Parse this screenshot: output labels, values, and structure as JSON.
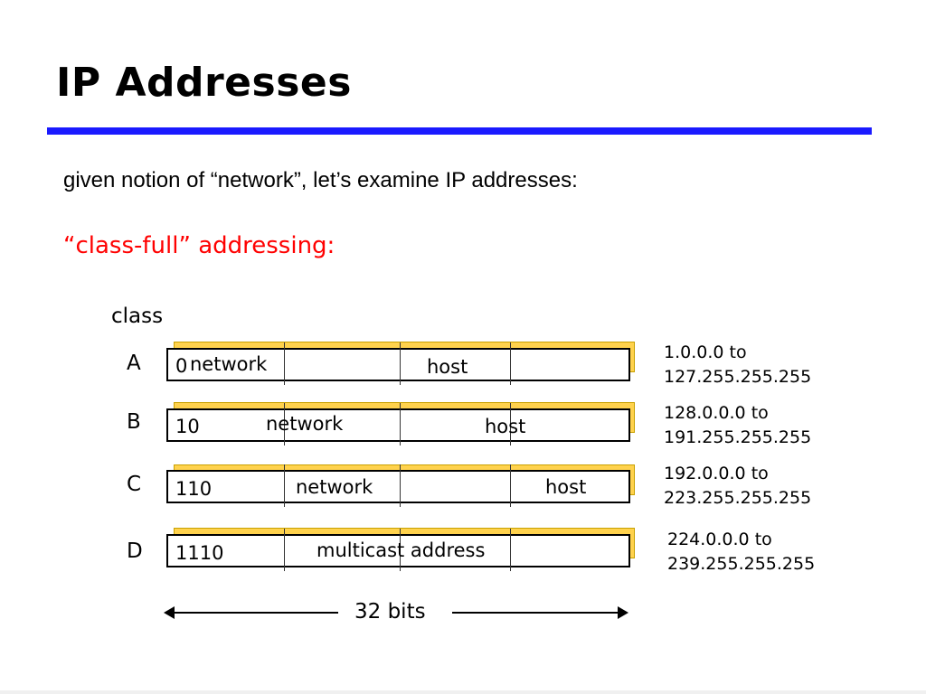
{
  "slide": {
    "title": "IP Addresses",
    "intro": "given notion of “network”, let’s examine IP addresses:",
    "subheading": "“class-full” addressing:",
    "class_label": "class",
    "size_label": "32 bits"
  },
  "classes": [
    {
      "letter": "A",
      "prefix": "0",
      "fields": [
        "network",
        "host"
      ],
      "range_start": "1.0.0.0 to",
      "range_end": "127.255.255.255"
    },
    {
      "letter": "B",
      "prefix": "10",
      "fields": [
        "network",
        "host"
      ],
      "range_start": "128.0.0.0 to",
      "range_end": "191.255.255.255"
    },
    {
      "letter": "C",
      "prefix": "110",
      "fields": [
        "network",
        "host"
      ],
      "range_start": "192.0.0.0 to",
      "range_end": "223.255.255.255"
    },
    {
      "letter": "D",
      "prefix": "1110",
      "fields": [
        "multicast address"
      ],
      "range_start": "224.0.0.0 to",
      "range_end": "239.255.255.255"
    }
  ],
  "colors": {
    "title_rule": "#1a1aff",
    "subheading": "#ff0000",
    "box_shadow": "#ffd24d"
  }
}
